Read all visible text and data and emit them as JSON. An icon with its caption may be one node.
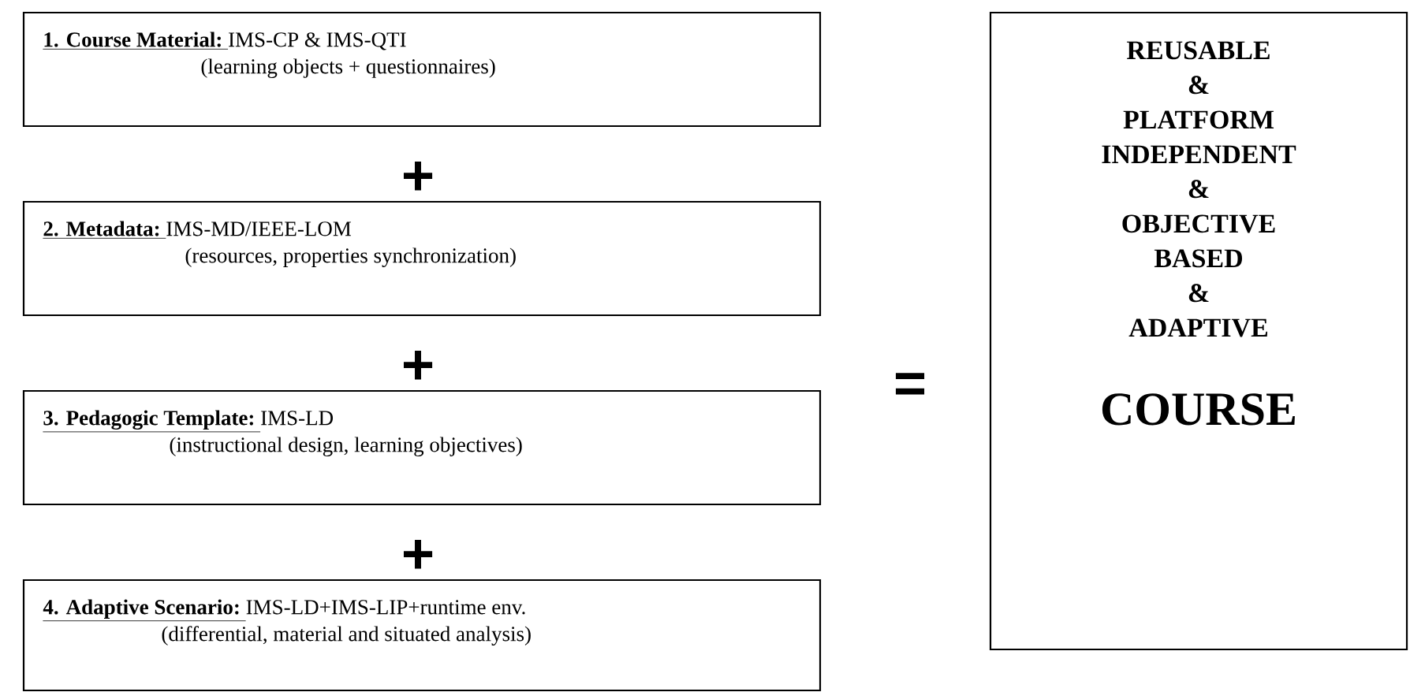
{
  "diagram": {
    "nodes": [
      {
        "text": [
          "1. Course Material:",
          "IMS-CP & IMS-QTI",
          "(learning objects + questionnaires)"
        ]
      },
      {
        "text": [
          "2. Metadata:",
          "IMS-MD/IEEE-LOM",
          "(resources, properties synchronization)"
        ]
      },
      {
        "text": [
          "3. Pedagogic Template:",
          "IMS-LD",
          "(instructional design, learning objectives)"
        ]
      },
      {
        "text": [
          "4. Adaptive Scenario:",
          "IMS-LD+IMS-LIP+runtime env.",
          "(differential, material and situated analysis)"
        ]
      },
      {
        "text": [
          "REUSABLE & PLATFORM INDEPENDENT & OBJECTIVE BASED & ADAPTIVE",
          "COURSE"
        ]
      }
    ],
    "labels": [
      "+",
      "+",
      "+",
      "="
    ]
  }
}
